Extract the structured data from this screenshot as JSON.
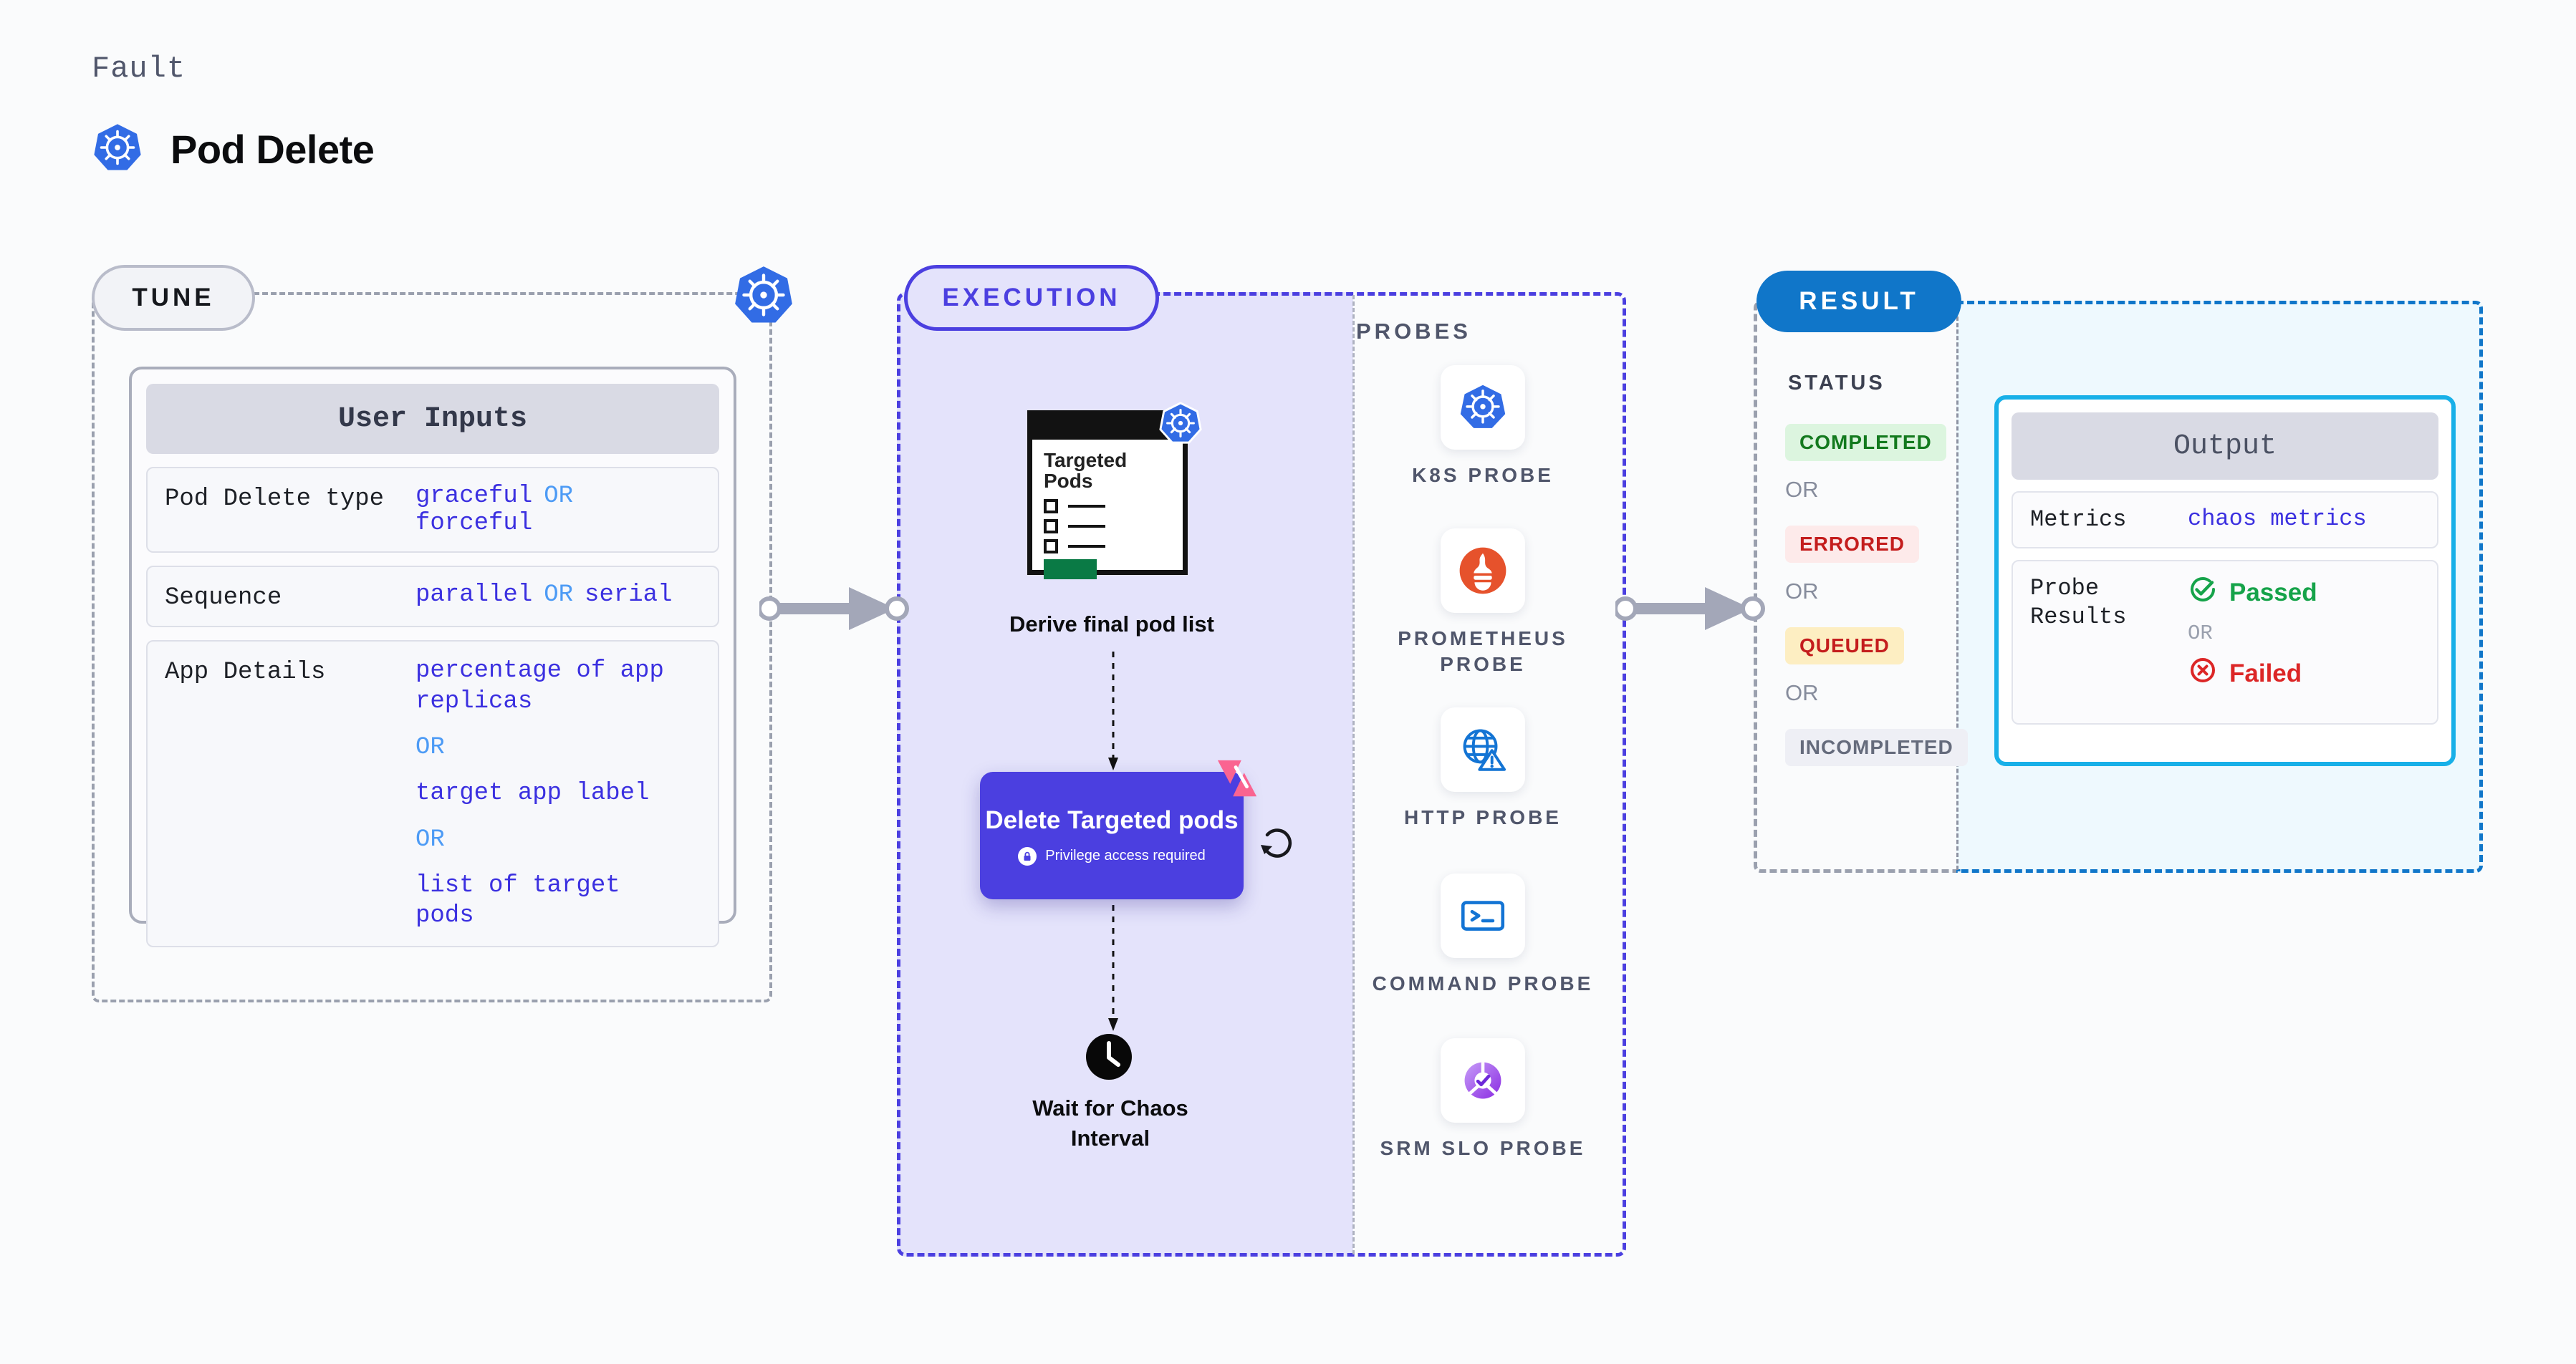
{
  "header": {
    "eyebrow": "Fault",
    "title": "Pod Delete",
    "icon": "kubernetes-icon"
  },
  "tune": {
    "badge": "TUNE",
    "corner_icon": "kubernetes-icon",
    "card_title": "User Inputs",
    "rows": [
      {
        "label": "Pod Delete type",
        "values": [
          "graceful",
          "forceful"
        ],
        "separator": "OR",
        "layout": "inline"
      },
      {
        "label": "Sequence",
        "values": [
          "parallel",
          "serial"
        ],
        "separator": "OR",
        "layout": "inline"
      },
      {
        "label": "App Details",
        "values": [
          "percentage of app replicas",
          "target app label",
          "list of target pods"
        ],
        "separator": "OR",
        "layout": "stacked"
      }
    ]
  },
  "execution": {
    "badge": "EXECUTION",
    "pods_card": {
      "title_line1": "Targeted",
      "title_line2": "Pods",
      "icon": "kubernetes-icon",
      "checkbox_rows": 3
    },
    "steps": [
      {
        "caption": "Derive final pod list"
      },
      {
        "caption": "Delete Targeted pods",
        "privilege_note": "Privilege access required",
        "badge_icon": "litmus-chaos-icon",
        "loop_icon": "refresh-icon"
      },
      {
        "caption_line1": "Wait for Chaos",
        "caption_line2": "Interval",
        "icon": "clock-icon"
      }
    ],
    "probes_title": "PROBES",
    "probes": [
      {
        "name": "K8S PROBE",
        "icon": "kubernetes-icon"
      },
      {
        "name": "PROMETHEUS PROBE",
        "icon": "prometheus-icon"
      },
      {
        "name": "HTTP PROBE",
        "icon": "http-globe-warning-icon"
      },
      {
        "name": "COMMAND PROBE",
        "icon": "terminal-icon"
      },
      {
        "name": "SRM SLO PROBE",
        "icon": "srm-slo-donut-icon"
      }
    ]
  },
  "result": {
    "badge": "RESULT",
    "status_title": "STATUS",
    "separator": "OR",
    "statuses": [
      {
        "label": "COMPLETED",
        "bg": "#dcf5df",
        "fg": "#137a1e"
      },
      {
        "label": "ERRORED",
        "bg": "#fdeaea",
        "fg": "#c41d1d"
      },
      {
        "label": "QUEUED",
        "bg": "#fdeec2",
        "fg": "#c41d1d"
      },
      {
        "label": "INCOMPLETED",
        "bg": "#eeeff5",
        "fg": "#656b7c"
      }
    ],
    "output": {
      "title": "Output",
      "metrics_label": "Metrics",
      "metrics_value": "chaos metrics",
      "probe_results_label_line1": "Probe",
      "probe_results_label_line2": "Results",
      "passed_label": "Passed",
      "failed_label": "Failed",
      "separator": "OR",
      "passed_icon": "check-circle-icon",
      "failed_icon": "x-circle-icon"
    }
  },
  "colors": {
    "background": "#fafbfc",
    "tune_border": "#9aa0ae",
    "execution_accent": "#4b3fe0",
    "execution_fill": "#e4e3fb",
    "result_accent": "#1076c9",
    "result_fill": "#eef9fe",
    "output_border": "#18b0e8",
    "value_text": "#3b30e0",
    "or_text": "#4d9bf5",
    "kubernetes_blue": "#326ce5",
    "prometheus_orange": "#e6522c",
    "litmus_pink": "#fa6491",
    "passed_green": "#16a34a",
    "failed_red": "#dc2626"
  }
}
